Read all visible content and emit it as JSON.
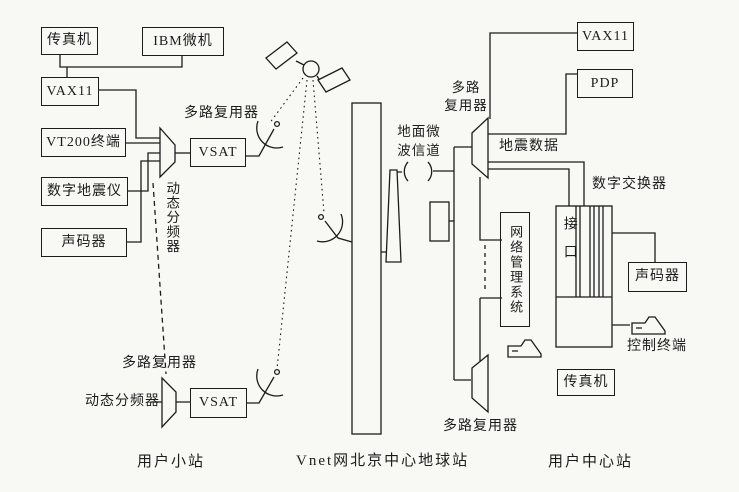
{
  "colors": {
    "ink": "#1c1c1c",
    "paper": "#f8f8f5"
  },
  "stations": {
    "left": "用户小站",
    "center": "Vnet网北京中心地球站",
    "right": "用户中心站"
  },
  "left_station": {
    "fax": "传真机",
    "ibm": "IBM微机",
    "vax": "VAX11",
    "vt200": "VT200终端",
    "seismograph": "数字地震仪",
    "vocoder": "声码器",
    "mux_upper": "多路复用器",
    "vsat_upper": "VSAT",
    "divider_vertical": "动态分频器",
    "mux_lower": "多路复用器",
    "divider_lower": "动态分频器",
    "vsat_lower": "VSAT"
  },
  "earth_station": {
    "microwave_channel": "地面微波信道"
  },
  "center_station": {
    "mux_upper": "多路\n复用器",
    "vax": "VAX11",
    "pdp": "PDP",
    "seismic_data": "地震数据",
    "digital_switch": "数字交换器",
    "nms": "网络管理系统",
    "interface": "接口",
    "vocoder": "声码器",
    "control_terminal": "控制终端",
    "fax": "传真机",
    "mux_lower": "多路复用器"
  },
  "icons": {
    "satellite": "satellite-icon",
    "dish": "dish-antenna-icon",
    "microwave_tower": "microwave-tower-icon",
    "earth_tower": "earth-station-tower",
    "multiplexer": "multiplexer-symbol",
    "terminal": "terminal-icon"
  }
}
